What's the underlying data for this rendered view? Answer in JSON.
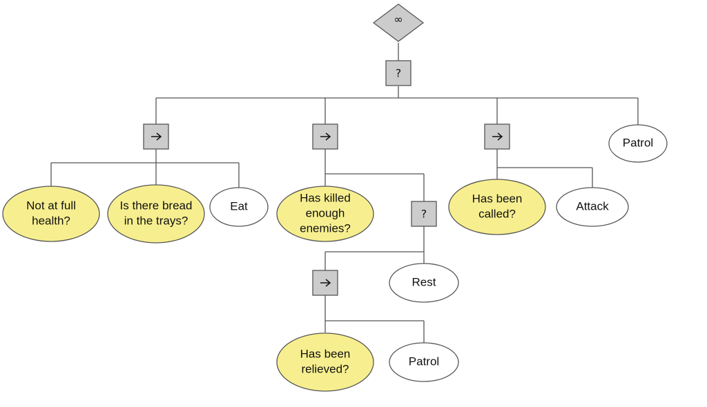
{
  "colors": {
    "edge": "#555555",
    "control_fill": "#cccccc",
    "control_stroke": "#555555",
    "condition_fill": "#f7ef8f",
    "action_fill": "#ffffff",
    "node_stroke": "#555555"
  },
  "diagram": {
    "root": {
      "symbol": "∞",
      "icon": "infinity-repeater-icon"
    },
    "selector_symbol": "?",
    "sequence_icon": "right-arrow-icon",
    "nodes": {
      "not_full_health": [
        "Not at full",
        "health?"
      ],
      "bread_in_trays": [
        "Is there bread",
        "in the trays?"
      ],
      "eat": [
        "Eat"
      ],
      "killed_enough": [
        "Has killed",
        "enough",
        "enemies?"
      ],
      "rest": [
        "Rest"
      ],
      "been_relieved": [
        "Has been",
        "relieved?"
      ],
      "patrol_inner": [
        "Patrol"
      ],
      "been_called": [
        "Has been",
        "called?"
      ],
      "attack": [
        "Attack"
      ],
      "patrol_outer": [
        "Patrol"
      ]
    }
  }
}
